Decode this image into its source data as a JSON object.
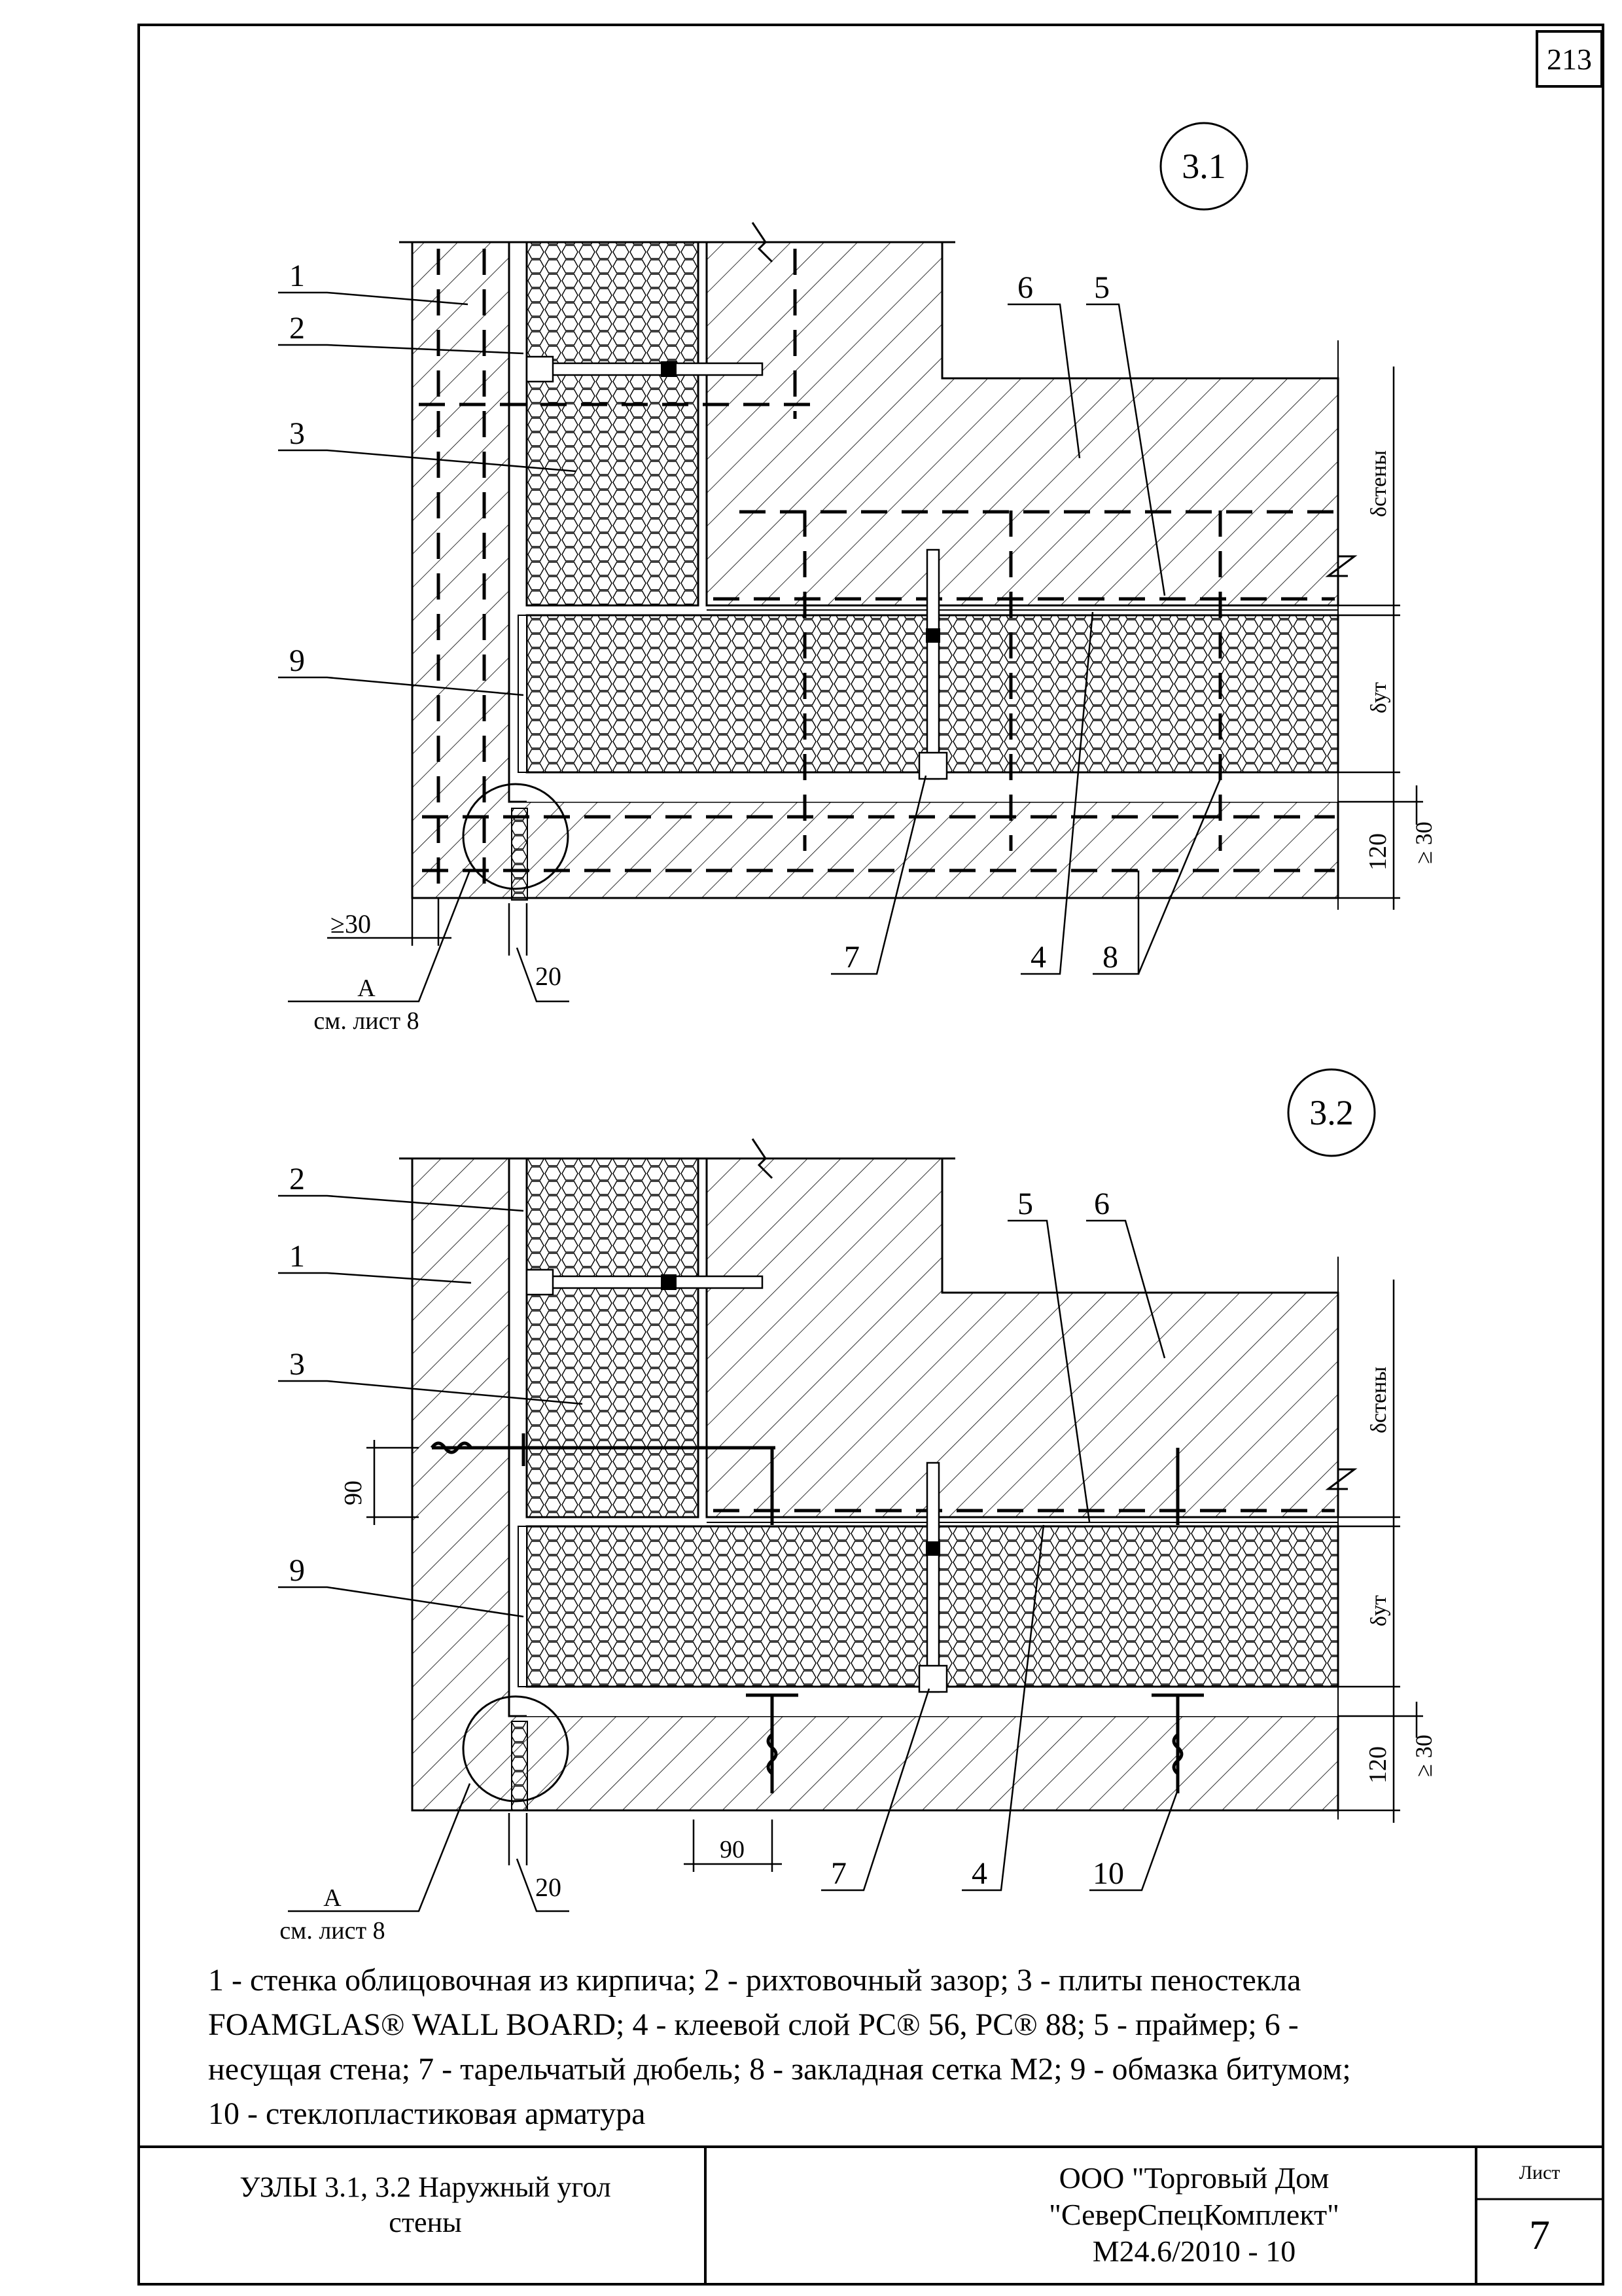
{
  "sheet_number": "213",
  "node_labels": {
    "n31": "3.1",
    "n32": "3.2"
  },
  "callouts_31": {
    "c1": "1",
    "c2": "2",
    "c3": "3",
    "c9": "9",
    "c6": "6",
    "c5": "5",
    "c7": "7",
    "c4": "4",
    "c8": "8"
  },
  "callouts_32": {
    "c2": "2",
    "c1": "1",
    "c3": "3",
    "c9": "9",
    "c5": "5",
    "c6": "6",
    "c7": "7",
    "c4": "4",
    "c10": "10"
  },
  "dimensions": {
    "delta_wall": "δстены",
    "delta_ins": "δут",
    "d120": "120",
    "d30": "≥ 30",
    "d30_left": "≥30",
    "d20": "20",
    "d90": "90"
  },
  "refs": {
    "a": "А",
    "see_sheet": "см. лист 8"
  },
  "legend": {
    "line1": "1 - стенка облицовочная из кирпича; 2 - рихтовочный зазор; 3 - плиты пеностекла",
    "line2": "FOAMGLAS® WALL BOARD; 4 - клеевой слой PC® 56, PC® 88;  5 - праймер; 6 -",
    "line3": "несущая стена; 7 - тарельчатый дюбель; 8 - закладная сетка М2; 9 - обмазка битумом;",
    "line4": "10 - стеклопластиковая арматура"
  },
  "title_block": {
    "title_line1": "УЗЛЫ 3.1, 3.2 Наружный угол",
    "title_line2": "стены",
    "org_line1": "ООО \"Торговый Дом",
    "org_line2": "\"СеверСпецКомплект\"",
    "doc_code": "М24.6/2010 - 10",
    "list_label": "Лист",
    "page_number": "7"
  }
}
